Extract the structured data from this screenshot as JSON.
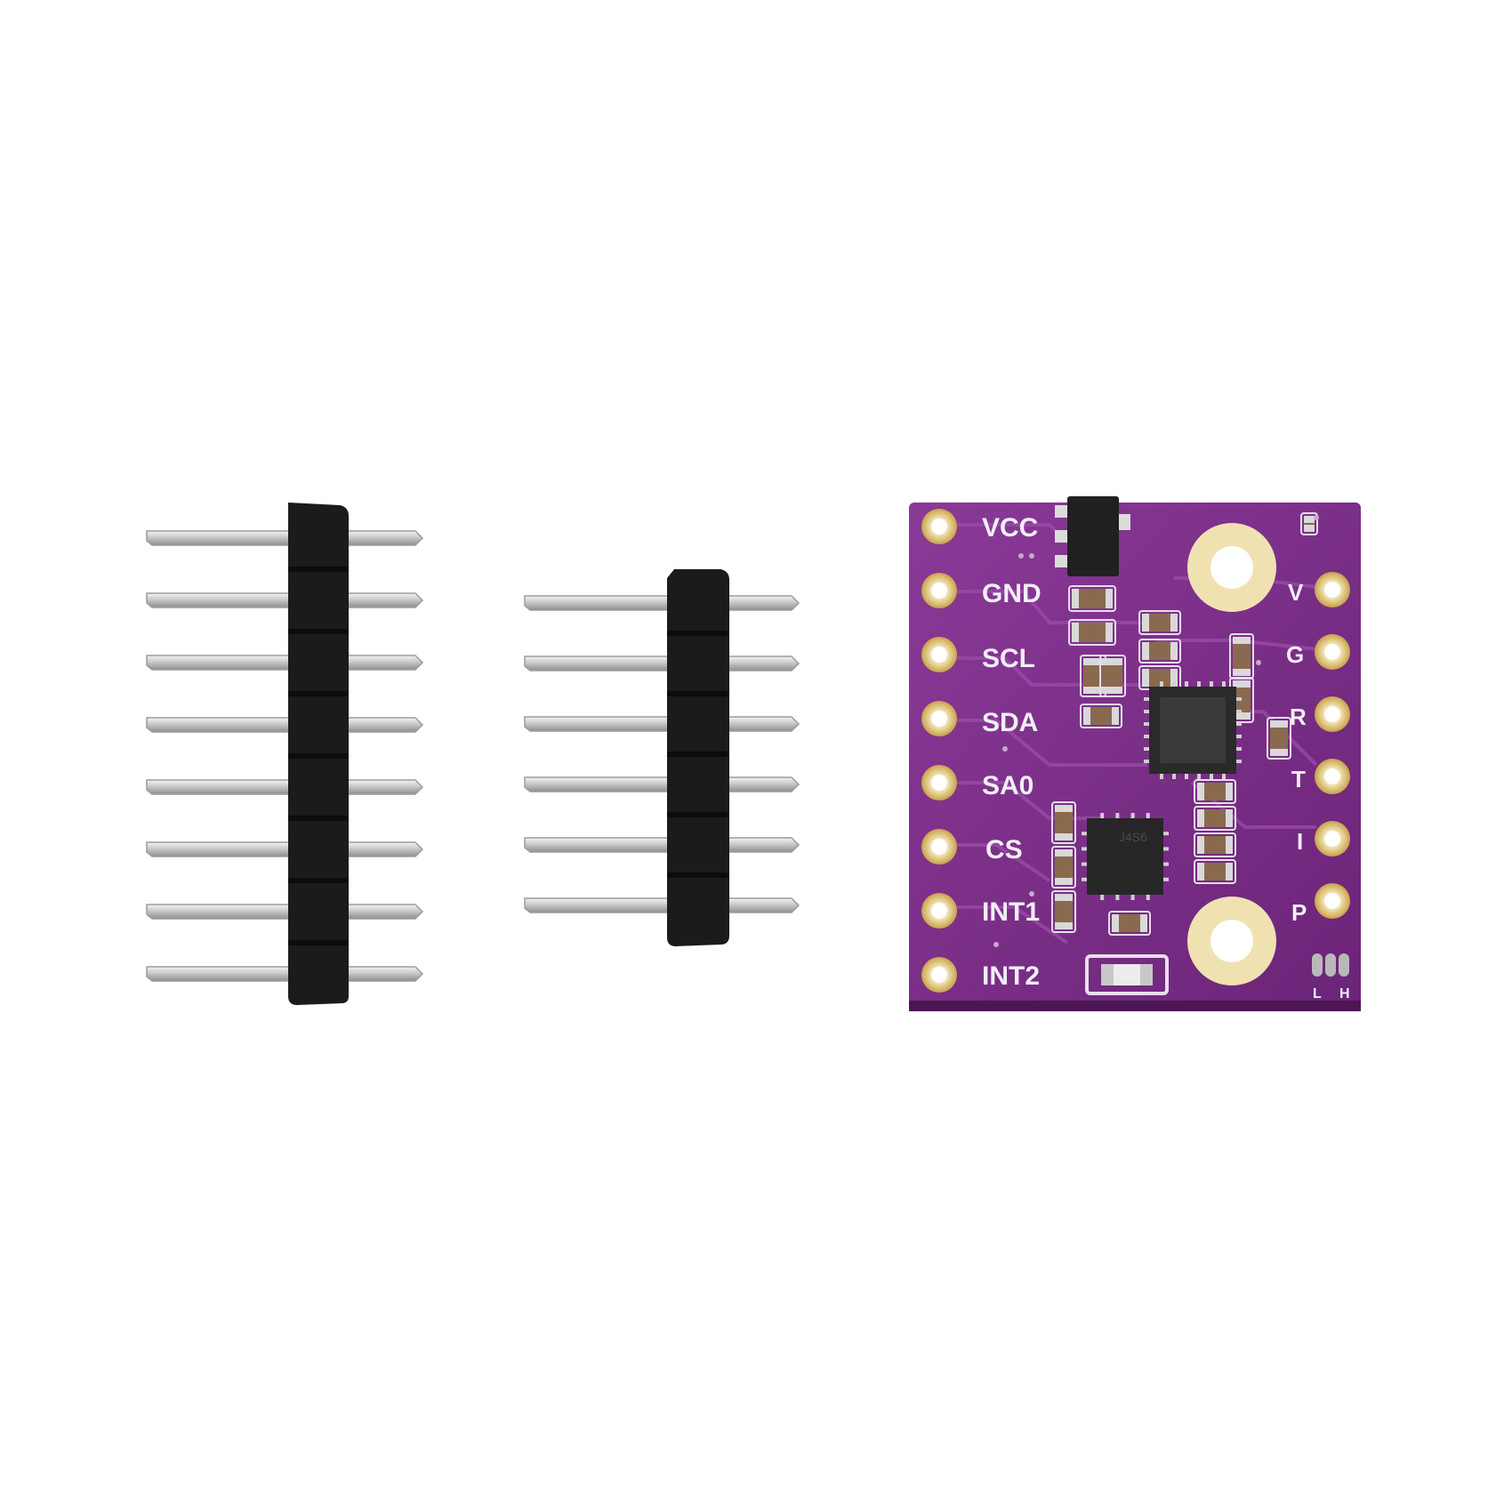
{
  "scene": {
    "background_color": "#ffffff",
    "pcb_color": "#7a2d87",
    "header_color": "#1a1a1a",
    "pin_color": "#d6d6d6"
  },
  "pin_header_8": {
    "pin_count": 8
  },
  "pin_header_6": {
    "pin_count": 6
  },
  "module": {
    "left_pins": [
      "VCC",
      "GND",
      "SCL",
      "SDA",
      "SA0",
      "CS",
      "INT1",
      "INT2"
    ],
    "right_pins": [
      "V",
      "G",
      "R",
      "T",
      "I",
      "P"
    ],
    "jumper_labels": [
      "L",
      "H"
    ],
    "chip_marking": "J4S6"
  }
}
